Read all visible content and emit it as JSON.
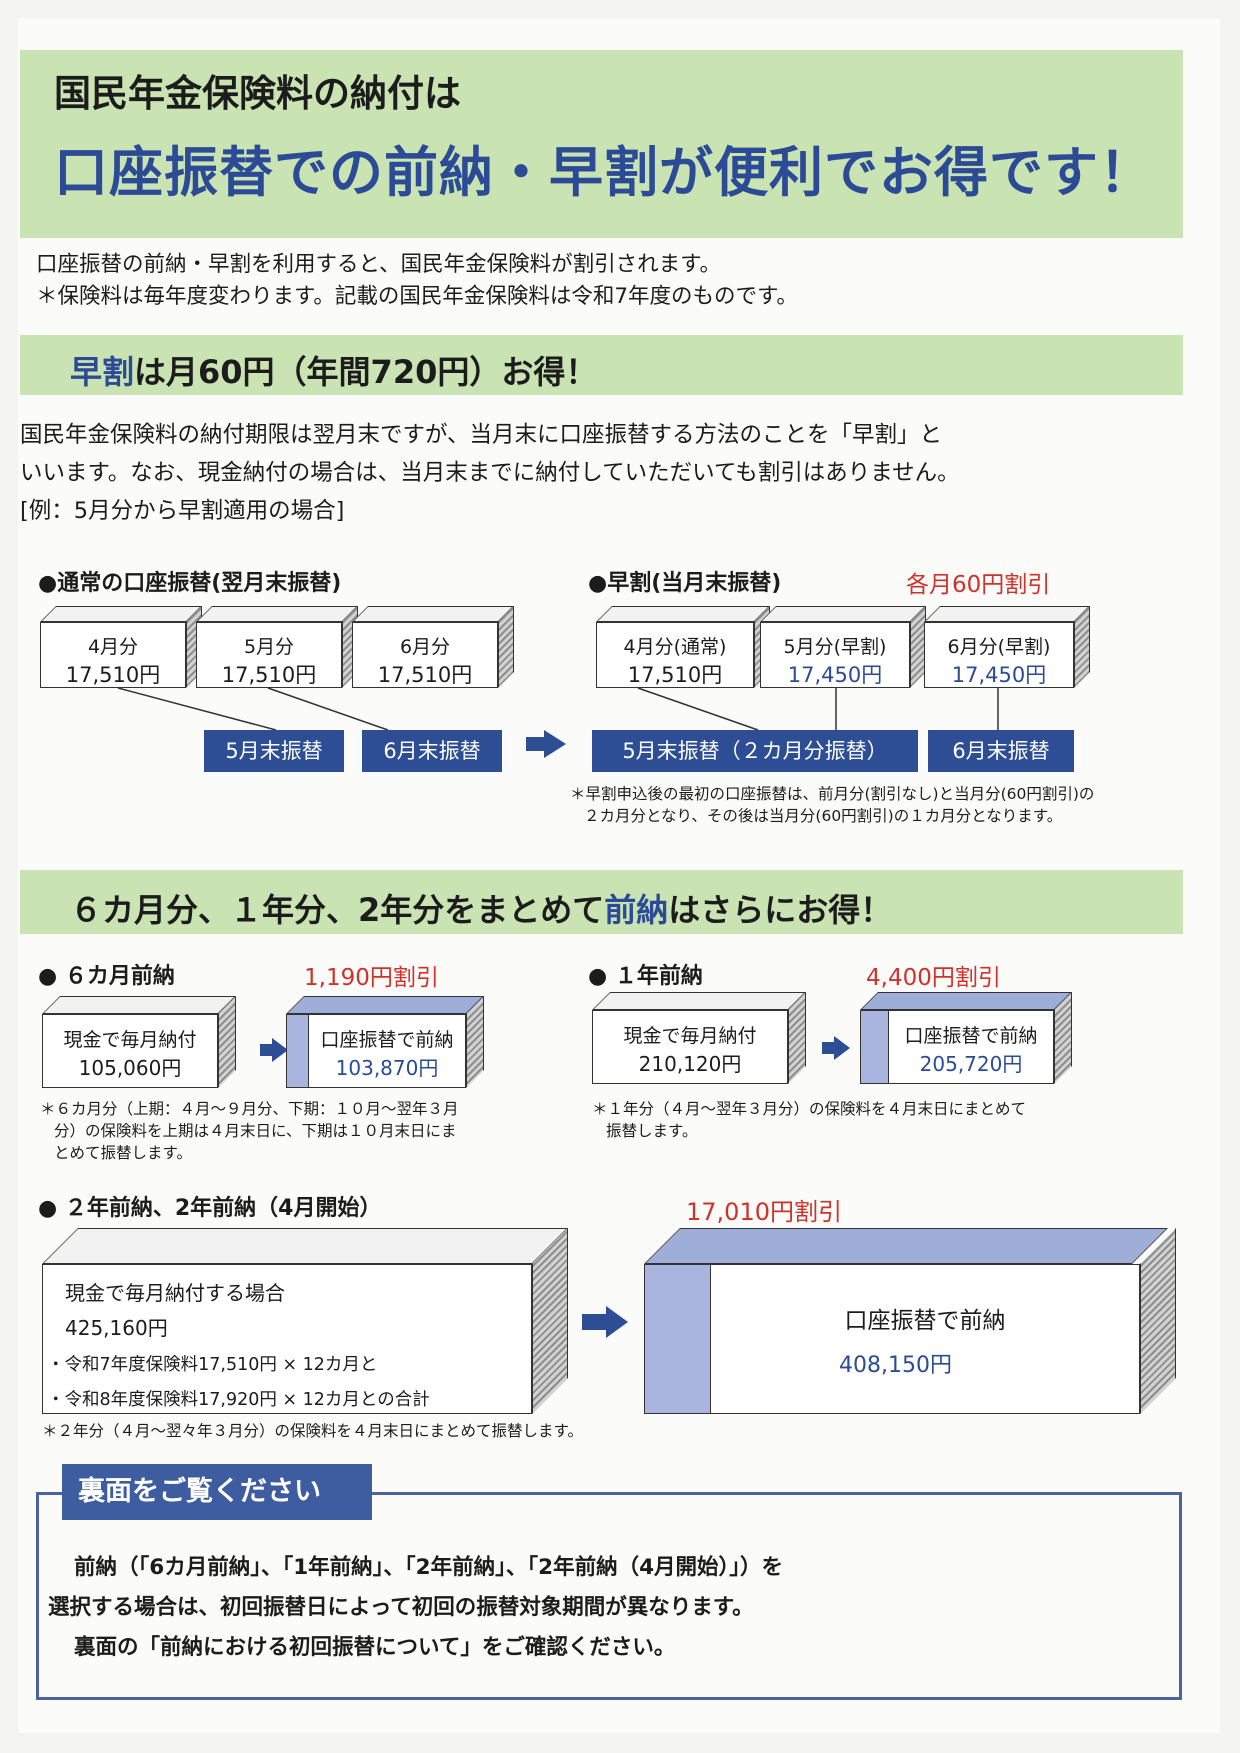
{
  "header": {
    "title_line1": "国民年金保険料の納付は",
    "title_line2": "口座振替での前納・早割が便利でお得です！"
  },
  "intro": {
    "line1": "口座振替の前納・早割を利用すると、国民年金保険料が割引されます。",
    "line2": "＊保険料は毎年度変わります。記載の国民年金保険料は令和7年度のものです。"
  },
  "hayawari_section": {
    "heading_accent": "早割",
    "heading_rest": "は月60円（年間720円）お得！",
    "desc_line1": "国民年金保険料の納付期限は翌月末ですが、当月末に口座振替する方法のことを「早割」と",
    "desc_line2": "いいます。なお、現金納付の場合は、当月末までに納付していただいても割引はありません。",
    "example": "[例：5月分から早割適用の場合]",
    "normal": {
      "label": "●通常の口座振替(翌月末振替)",
      "months": [
        {
          "name": "4月分",
          "amount": "17,510円"
        },
        {
          "name": "5月分",
          "amount": "17,510円"
        },
        {
          "name": "6月分",
          "amount": "17,510円"
        }
      ],
      "transfers": [
        "5月末振替",
        "6月末振替"
      ]
    },
    "early": {
      "label": "●早割(当月末振替)",
      "discount": "各月60円割引",
      "months": [
        {
          "name": "4月分(通常)",
          "amount": "17,510円"
        },
        {
          "name": "5月分(早割)",
          "amount": "17,450円"
        },
        {
          "name": "6月分(早割)",
          "amount": "17,450円"
        }
      ],
      "transfers": [
        "5月末振替（２カ月分振替）",
        "6月末振替"
      ]
    },
    "note_line1": "＊早割申込後の最初の口座振替は、前月分(割引なし)と当月分(60円割引)の",
    "note_line2": "２カ月分となり、その後は当月分(60円割引)の１カ月分となります。"
  },
  "zennou_section": {
    "heading_pre": "６カ月分、１年分、2年分をまとめて",
    "heading_accent": "前納",
    "heading_post": "はさらにお得！",
    "six_month": {
      "label": "● ６カ月前納",
      "discount": "1,190円割引",
      "cash_label": "現金で毎月納付",
      "cash_amount": "105,060円",
      "transfer_label": "口座振替で前納",
      "transfer_amount": "103,870円",
      "note_line1": "＊６カ月分（上期：４月～９月分、下期：１０月～翌年３月",
      "note_line2": "分）の保険料を上期は４月末日に、下期は１０月末日にま",
      "note_line3": "とめて振替します。"
    },
    "one_year": {
      "label": "● １年前納",
      "discount": "4,400円割引",
      "cash_label": "現金で毎月納付",
      "cash_amount": "210,120円",
      "transfer_label": "口座振替で前納",
      "transfer_amount": "205,720円",
      "note_line1": "＊１年分（４月～翌年３月分）の保険料を４月末日にまとめて",
      "note_line2": "振替します。"
    },
    "two_year": {
      "label": "● ２年前納、2年前納（4月開始）",
      "discount": "17,010円割引",
      "cash_label": "現金で毎月納付する場合",
      "cash_amount": "425,160円",
      "breakdown1": "・令和7年度保険料17,510円 × 12カ月と",
      "breakdown2": "・令和8年度保険料17,920円 × 12カ月との合計",
      "transfer_label": "口座振替で前納",
      "transfer_amount": "408,150円",
      "note": "＊２年分（４月～翌々年３月分）の保険料を４月末日にまとめて振替します。"
    }
  },
  "back_notice": {
    "tab": "裏面をご覧ください",
    "line1": "前納（「6カ月前納」、「1年前納」、「2年前納」、「2年前納（4月開始）」）を",
    "line2": "選択する場合は、初回振替日によって初回の振替対象期間が異なります。",
    "line3": "裏面の「前納における初回振替について」をご確認ください。"
  },
  "colors": {
    "green_bar": "#c9e3b2",
    "navy": "#2b4b96",
    "red": "#d2312a",
    "navy_box": "#2d4d94"
  }
}
